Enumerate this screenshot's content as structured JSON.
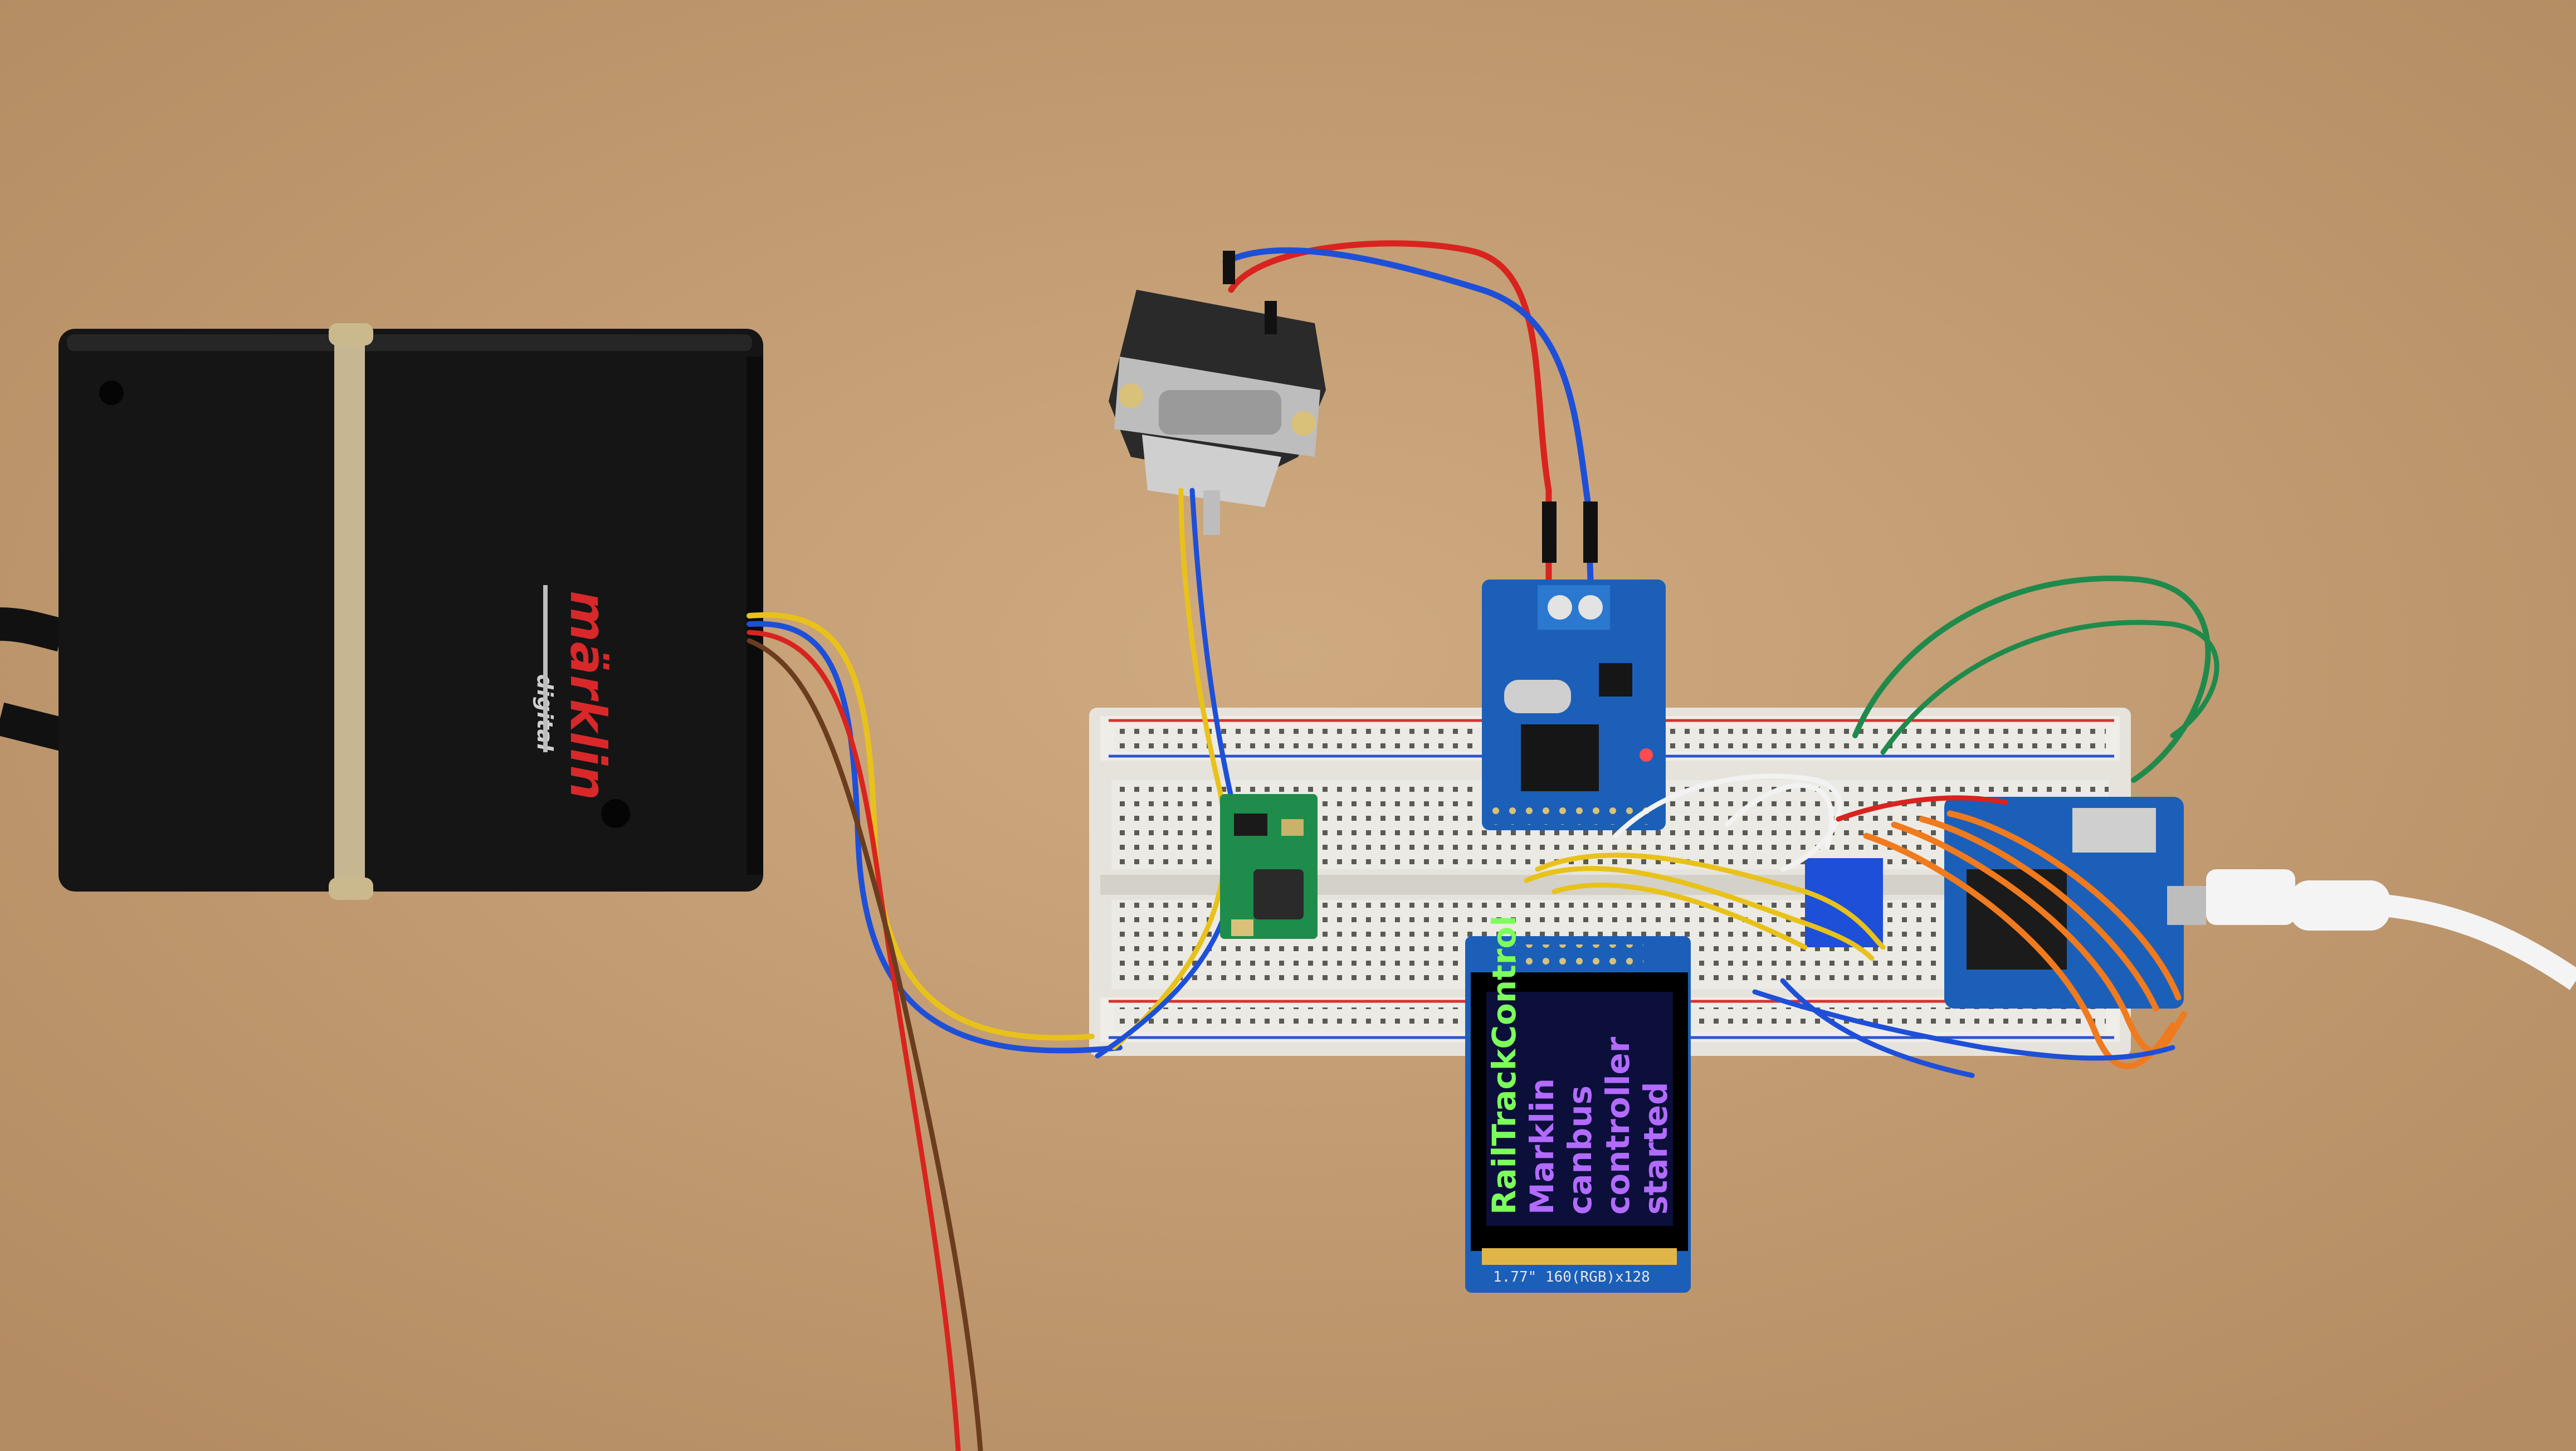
{
  "device": {
    "brand": "märklin",
    "brand_sub": "digital"
  },
  "display": {
    "lines": [
      "RailTrackControl",
      "Marklin",
      "canbus",
      "controller",
      "started"
    ],
    "colors": [
      "#7cff5a",
      "#b26bff",
      "#b26bff",
      "#b26bff",
      "#b26bff"
    ],
    "caption": "1.77\" 160(RGB)x128"
  },
  "palette": {
    "table": "#c7a176",
    "wire_red": "#d9231f",
    "wire_blue": "#1e4fd8",
    "wire_yellow": "#e8c21a",
    "wire_green": "#1f8a4c",
    "wire_orange": "#f07a1e",
    "wire_white": "#f2f2f2",
    "pcb_blue": "#1c5fb8",
    "pcb_green": "#1e8c4a"
  }
}
